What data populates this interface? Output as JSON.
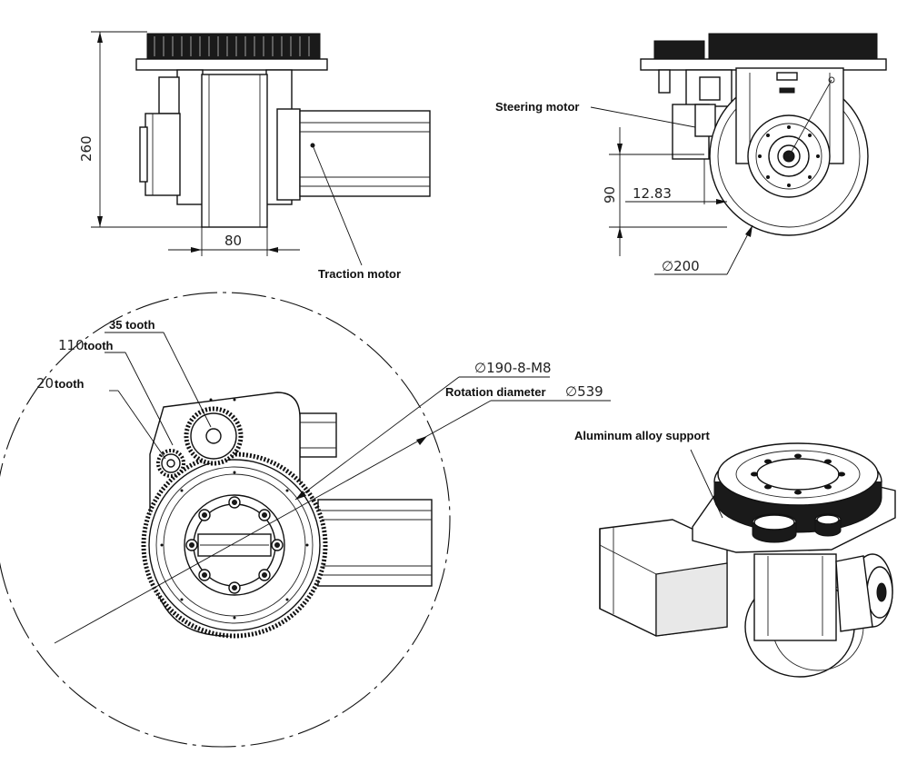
{
  "labels": {
    "traction_motor": "Traction motor",
    "steering_motor": "Steering motor",
    "tooth_35": "35 tooth",
    "tooth_110_num": "110",
    "tooth_110_word": "tooth",
    "tooth_20_num": "20",
    "tooth_20_word": "tooth",
    "bolt_circle": "∅190-8-M8",
    "rotation_text": "Rotation diameter",
    "rotation_value": "∅539",
    "aluminum_support": "Aluminum alloy support"
  },
  "dimensions": {
    "height": "260",
    "width": "80",
    "axle_height": "90",
    "offset": "12.83",
    "wheel_diameter": "∅200"
  }
}
